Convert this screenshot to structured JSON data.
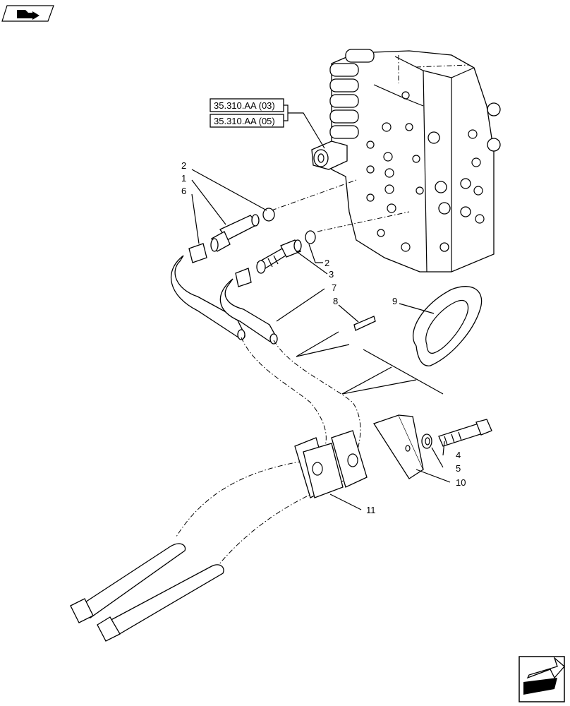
{
  "refs": [
    "35.310.AA (03)",
    "35.310.AA (05)"
  ],
  "callouts": {
    "c1": "1",
    "c2a": "2",
    "c2b": "2",
    "c3": "3",
    "c4": "4",
    "c5": "5",
    "c6": "6",
    "c7": "7",
    "c8": "8",
    "c9": "9",
    "c10": "10",
    "c11": "11"
  },
  "icons": {
    "top_left": "view-orientation-icon",
    "bottom_right": "next-page-arrow-icon"
  }
}
